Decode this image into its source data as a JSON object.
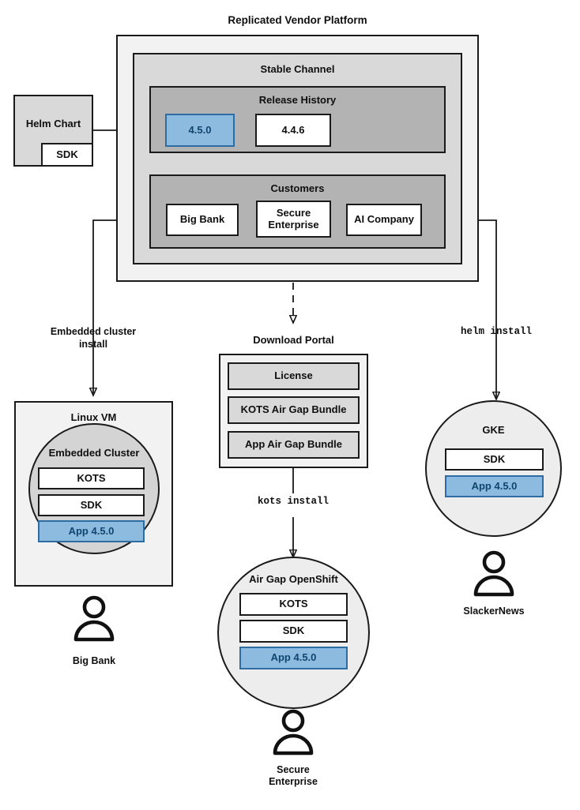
{
  "diagram": {
    "title": "Replicated Vendor Platform",
    "accent_blue": "#8cbbdf",
    "accent_blue_border": "#2e6da4",
    "accent_blue_text": "#11456f",
    "stroke": "#1a1a1a"
  },
  "source": {
    "helm_chart": "Helm Chart",
    "sdk": "SDK"
  },
  "platform": {
    "stable_channel": "Stable Channel",
    "release_history": {
      "label": "Release History",
      "releases": [
        {
          "version": "4.5.0",
          "highlighted": true
        },
        {
          "version": "4.4.6",
          "highlighted": false
        }
      ]
    },
    "customers": {
      "label": "Customers",
      "items": [
        "Big Bank",
        "Secure\nEnterprise",
        "AI Company"
      ]
    }
  },
  "edges": {
    "embedded_cluster_install": "Embedded cluster\ninstall",
    "kots_install": "kots install",
    "helm_install": "helm install"
  },
  "targets": {
    "linux_vm": {
      "label": "Linux VM",
      "cluster_label": "Embedded Cluster",
      "components": [
        {
          "label": "KOTS",
          "highlighted": false
        },
        {
          "label": "SDK",
          "highlighted": false
        },
        {
          "label": "App 4.5.0",
          "highlighted": true
        }
      ],
      "user": "Big Bank"
    },
    "download_portal": {
      "label": "Download Portal",
      "artifacts": [
        "License",
        "KOTS Air Gap Bundle",
        "App Air Gap Bundle"
      ]
    },
    "openshift": {
      "label": "Air Gap OpenShift",
      "components": [
        {
          "label": "KOTS",
          "highlighted": false
        },
        {
          "label": "SDK",
          "highlighted": false
        },
        {
          "label": "App 4.5.0",
          "highlighted": true
        }
      ],
      "user": "Secure\nEnterprise"
    },
    "gke": {
      "label": "GKE",
      "components": [
        {
          "label": "SDK",
          "highlighted": false
        },
        {
          "label": "App 4.5.0",
          "highlighted": true
        }
      ],
      "user": "SlackerNews"
    }
  }
}
